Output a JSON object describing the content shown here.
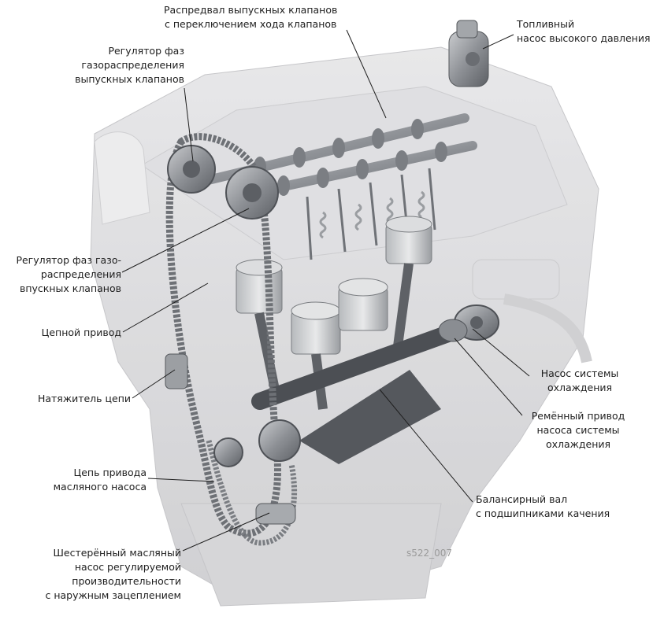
{
  "figure_code": "s522_007",
  "colors": {
    "label_text": "#1e1e1e",
    "leader_line": "#1e1e1e",
    "code_text": "#9a9a9a",
    "engine_ghost": "#d4d4d6",
    "engine_metal": "#8e9196",
    "chain": "#6e7176"
  },
  "callouts": {
    "exhaust_camshaft": {
      "lines": [
        "Распредвал выпускных клапанов",
        "с переключением хода клапанов"
      ]
    },
    "fuel_pump": {
      "lines": [
        "Топливный",
        "насос высокого давления"
      ]
    },
    "exhaust_phaser": {
      "lines": [
        "Регулятор фаз",
        "газораспределения",
        "выпускных клапанов"
      ]
    },
    "intake_phaser": {
      "lines": [
        "Регулятор фаз газо-",
        "распределения",
        "впускных клапанов"
      ]
    },
    "chain_drive": {
      "lines": [
        "Цепной привод"
      ]
    },
    "chain_tensioner": {
      "lines": [
        "Натяжитель цепи"
      ]
    },
    "oil_pump_chain": {
      "lines": [
        "Цепь привода",
        "масляного насоса"
      ]
    },
    "oil_pump": {
      "lines": [
        "Шестерённый масляный",
        "насос регулируемой",
        "производительности",
        "с наружным зацеплением"
      ]
    },
    "coolant_pump": {
      "lines": [
        "Насос системы",
        "охлаждения"
      ]
    },
    "belt_drive": {
      "lines": [
        "Ремённый привод",
        "насоса системы",
        "охлаждения"
      ]
    },
    "balance_shaft": {
      "lines": [
        "Балансирный вал",
        "с подшипниками качения"
      ]
    }
  }
}
